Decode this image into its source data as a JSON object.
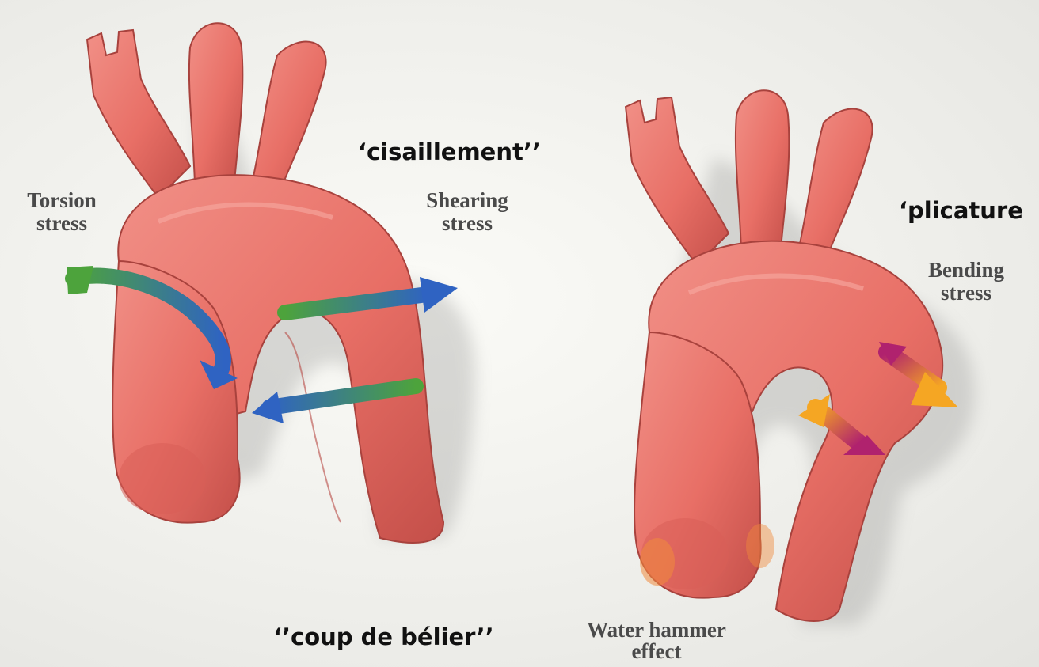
{
  "diagram": {
    "colors": {
      "background": "#f4f4f0",
      "frame": "#000000",
      "aorta": "#e86f66",
      "aorta_shade": "#c44f49",
      "arrow_blue": "#2f63c2",
      "arrow_green": "#4da33c",
      "arrow_magenta": "#b0226e",
      "arrow_orange": "#f5a623"
    },
    "icons": [
      "aorta-left",
      "aorta-right",
      "torsion-arrow",
      "shearing-arrows",
      "bending-arrows"
    ],
    "labels": {
      "torsion_line1": "Torsion",
      "torsion_line2": "stress",
      "shearing_line1": "Shearing",
      "shearing_line2": "stress",
      "bending_line1": "Bending",
      "bending_line2": "stress",
      "water_line1": "Water hammer",
      "water_line2": "effect"
    },
    "french_labels": {
      "cisaillement": "‘cisaillement’’",
      "plicature": "‘plicature",
      "coup_de_belier": "‘’coup de bélier’’"
    }
  }
}
